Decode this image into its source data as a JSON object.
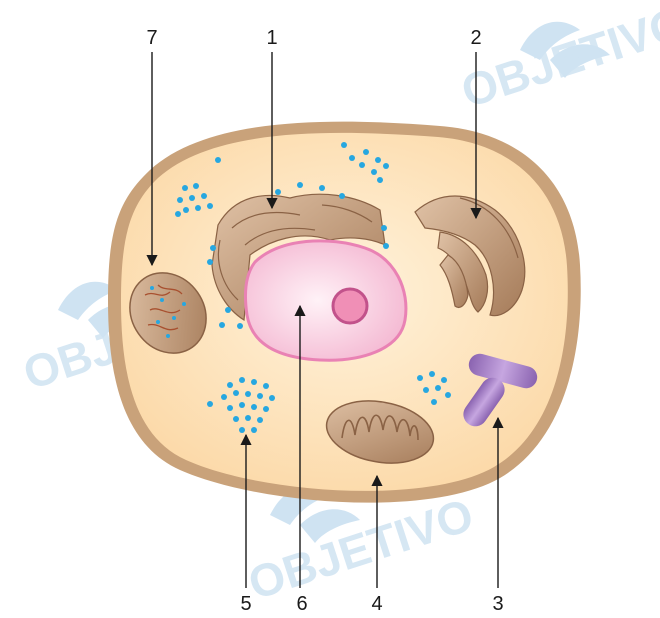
{
  "diagram": {
    "labels": {
      "l1": "1",
      "l2": "2",
      "l3": "3",
      "l4": "4",
      "l5": "5",
      "l6": "6",
      "l7": "7"
    },
    "watermark": "OBJETIVO"
  },
  "colors": {
    "membrane": "#c9a27a",
    "cytoplasm": "#fde3bc",
    "organelle_brown": "#c49a78",
    "nucleus": "#f6c6db",
    "nucleus_border": "#e982b4",
    "nucleolus": "#f08fb6",
    "ribosome": "#27a7e0",
    "centriole": "#a581c6",
    "watermark": "#cfe3f2"
  },
  "icons": {
    "watermark_logo": "objetivo-logo-icon"
  }
}
